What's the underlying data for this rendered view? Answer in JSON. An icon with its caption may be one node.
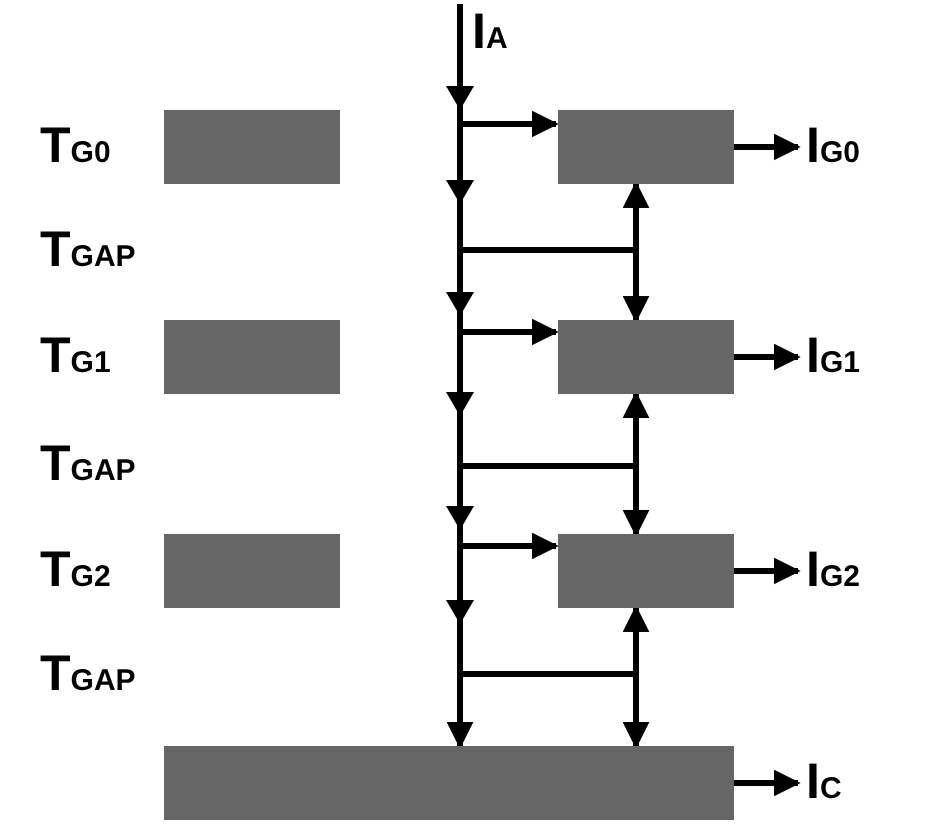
{
  "diagram": {
    "nodes": [
      {
        "text": [
          "I$_{A}$"
        ]
      },
      {
        "text": [],
        "shape": "bar",
        "beside": [
          "T$_{G0}$"
        ]
      },
      {
        "text": [],
        "shape": "bar"
      },
      {
        "text": [
          "I$_{G0}$"
        ]
      },
      {
        "text": [],
        "shape": "bar",
        "beside": [
          "T$_{G1}$"
        ]
      },
      {
        "text": [],
        "shape": "bar"
      },
      {
        "text": [
          "I$_{G1}$"
        ]
      },
      {
        "text": [],
        "shape": "bar",
        "beside": [
          "T$_{G2}$"
        ]
      },
      {
        "text": [],
        "shape": "bar"
      },
      {
        "text": [
          "I$_{G2}$"
        ]
      },
      {
        "text": [],
        "shape": "bar"
      },
      {
        "text": [
          "I$_{C}$"
        ]
      }
    ],
    "edges": [
      {
        "from": 0,
        "to": 2,
        "arrow": "to"
      },
      {
        "from": 0,
        "to": 2,
        "arrow": "to"
      },
      {
        "from": 0,
        "to": 5,
        "arrow": "to"
      },
      {
        "from": 0,
        "to": 5,
        "arrow": "to"
      },
      {
        "from": 0,
        "to": 5,
        "arrow": "to"
      },
      {
        "from": 0,
        "to": 8,
        "arrow": "to"
      },
      {
        "from": 0,
        "to": 8,
        "arrow": "to"
      },
      {
        "from": 0,
        "to": 8,
        "arrow": "to"
      },
      {
        "from": 0,
        "to": 10,
        "arrow": "to"
      },
      {
        "from": 0,
        "to": 10,
        "arrow": "to"
      },
      {
        "from": 2,
        "to": 3,
        "arrow": "to"
      },
      {
        "from": 5,
        "to": 6,
        "arrow": "to"
      },
      {
        "from": 8,
        "to": 9,
        "arrow": "to"
      },
      {
        "from": 10,
        "to": 11,
        "arrow": "to"
      }
    ],
    "labels": [
      "T$_{GAP}$",
      "T$_{GAP}$",
      "T$_{GAP}$"
    ]
  }
}
